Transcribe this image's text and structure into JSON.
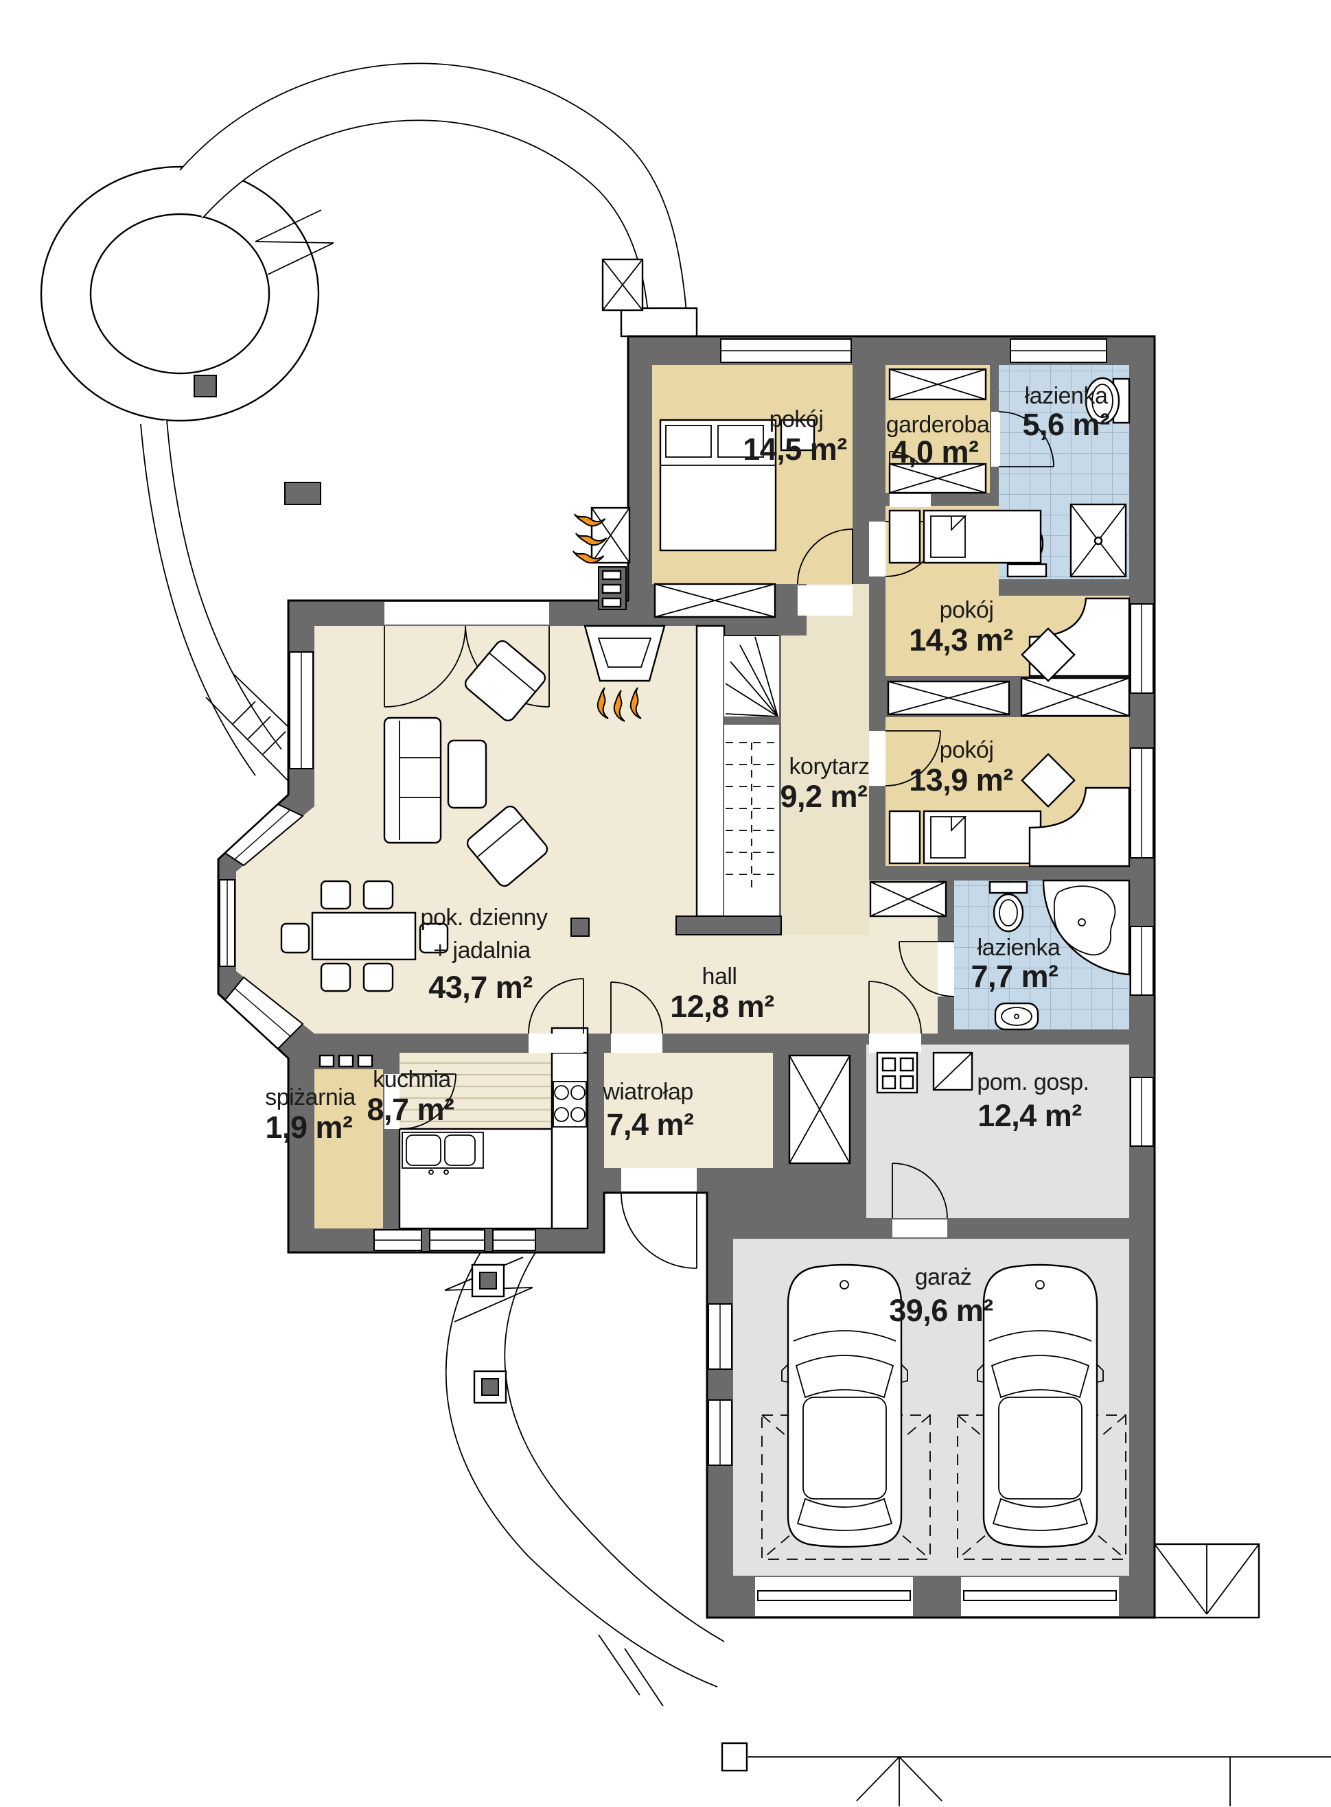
{
  "plan": {
    "type": "house-ground-floor-plan",
    "language": "pl"
  },
  "palette": {
    "wall": "#6b6b6b",
    "bedroom_floor": "#e9d8a6",
    "living_floor": "#f1ead7",
    "corridor_floor": "#ece3cb",
    "bath_floor": "#c6d9e8",
    "utility_floor": "#e2e2e2",
    "tile_line": "#9db7ca",
    "stripe_line": "#cfc5a6",
    "flame": "#f7941d",
    "text": "#1b1b1b",
    "line": "#000000"
  },
  "rooms": [
    {
      "id": "pokoj-14-5",
      "name": "pokój",
      "area": "14,5 m²"
    },
    {
      "id": "garderoba",
      "name": "garderoba",
      "area": "4,0 m²"
    },
    {
      "id": "lazienka-5-6",
      "name": "łazienka",
      "area": "5,6 m²"
    },
    {
      "id": "pokoj-14-3",
      "name": "pokój",
      "area": "14,3 m²"
    },
    {
      "id": "pokoj-13-9",
      "name": "pokój",
      "area": "13,9 m²"
    },
    {
      "id": "korytarz",
      "name": "korytarz",
      "area": "9,2 m²"
    },
    {
      "id": "pok-dzienny",
      "name": "pok. dzienny",
      "name2": "+ jadalnia",
      "area": "43,7 m²"
    },
    {
      "id": "hall",
      "name": "hall",
      "area": "12,8 m²"
    },
    {
      "id": "lazienka-7-7",
      "name": "łazienka",
      "area": "7,7 m²"
    },
    {
      "id": "spizarnia",
      "name": "spiżarnia",
      "area": "1,9 m²"
    },
    {
      "id": "kuchnia",
      "name": "kuchnia",
      "area": "8,7 m²"
    },
    {
      "id": "wiatrolap",
      "name": "wiatrołap",
      "area": "7,4 m²"
    },
    {
      "id": "pom-gosp",
      "name": "pom. gosp.",
      "area": "12,4 m²"
    },
    {
      "id": "garaz",
      "name": "garaż",
      "area": "39,6 m²"
    }
  ],
  "symbols": [
    {
      "name": "fireplace-flames",
      "meaning": "kominek / fireplace with flame marks"
    },
    {
      "name": "stairs-dashed",
      "meaning": "staircase above section cut"
    },
    {
      "name": "wardrobe-x-box",
      "meaning": "built-in wardrobe"
    },
    {
      "name": "car-top-view",
      "meaning": "parking spot in garage"
    },
    {
      "name": "door-swing-arc",
      "meaning": "door with swing direction"
    },
    {
      "name": "window-double-line",
      "meaning": "window in wall"
    },
    {
      "name": "driveway-ring",
      "meaning": "circular driveway element"
    },
    {
      "name": "fence-gate-arrow",
      "meaning": "plot fence with entrance gate"
    }
  ]
}
